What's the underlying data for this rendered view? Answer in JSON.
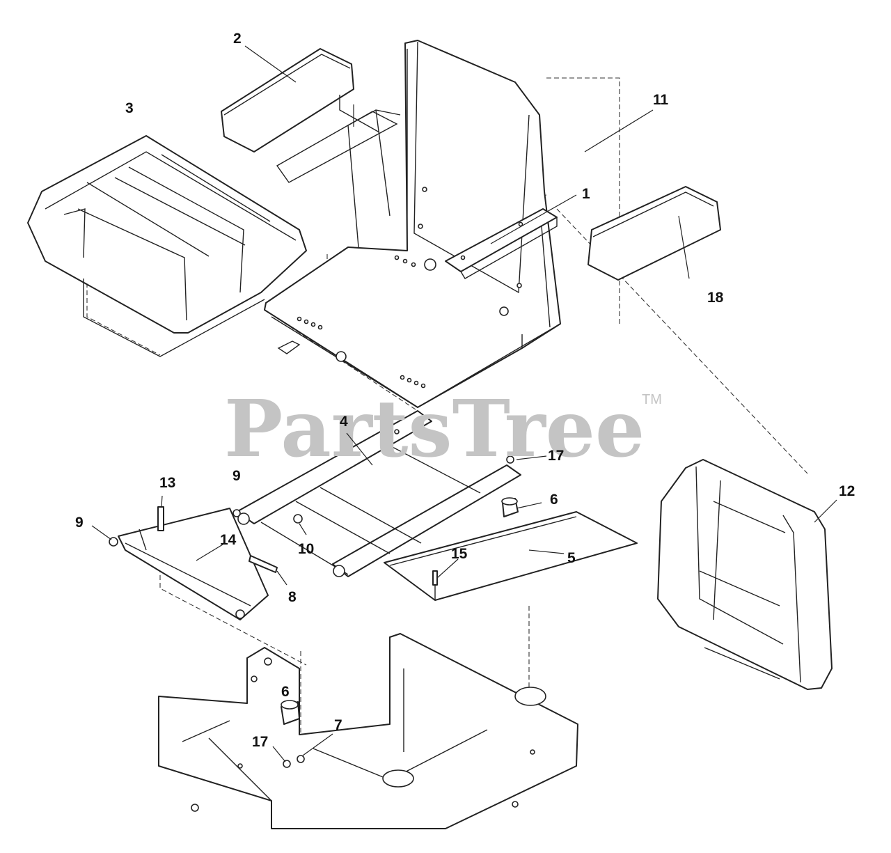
{
  "watermark": {
    "text": "PartsTree",
    "trademark": "TM"
  },
  "callouts": [
    {
      "id": "c1",
      "number": "1"
    },
    {
      "id": "c2",
      "number": "2"
    },
    {
      "id": "c3",
      "number": "3"
    },
    {
      "id": "c4",
      "number": "4"
    },
    {
      "id": "c5",
      "number": "5"
    },
    {
      "id": "c6a",
      "number": "6"
    },
    {
      "id": "c6b",
      "number": "6"
    },
    {
      "id": "c7",
      "number": "7"
    },
    {
      "id": "c8",
      "number": "8"
    },
    {
      "id": "c9a",
      "number": "9"
    },
    {
      "id": "c9b",
      "number": "9"
    },
    {
      "id": "c10",
      "number": "10"
    },
    {
      "id": "c11",
      "number": "11"
    },
    {
      "id": "c12",
      "number": "12"
    },
    {
      "id": "c13",
      "number": "13"
    },
    {
      "id": "c14",
      "number": "14"
    },
    {
      "id": "c15",
      "number": "15"
    },
    {
      "id": "c17a",
      "number": "17"
    },
    {
      "id": "c17b",
      "number": "17"
    },
    {
      "id": "c18",
      "number": "18"
    }
  ]
}
